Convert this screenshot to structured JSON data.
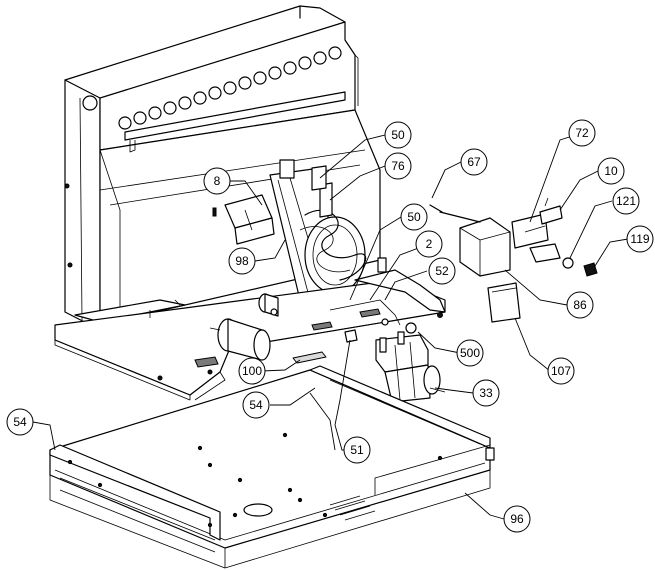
{
  "callouts": [
    {
      "id": "c50a",
      "label": "50"
    },
    {
      "id": "c76",
      "label": "76"
    },
    {
      "id": "c8",
      "label": "8"
    },
    {
      "id": "c98",
      "label": "98"
    },
    {
      "id": "c50b",
      "label": "50"
    },
    {
      "id": "c2",
      "label": "2"
    },
    {
      "id": "c52",
      "label": "52"
    },
    {
      "id": "c67",
      "label": "67"
    },
    {
      "id": "c72",
      "label": "72"
    },
    {
      "id": "c10",
      "label": "10"
    },
    {
      "id": "c121",
      "label": "121"
    },
    {
      "id": "c119",
      "label": "119"
    },
    {
      "id": "c86",
      "label": "86"
    },
    {
      "id": "c107",
      "label": "107"
    },
    {
      "id": "c500",
      "label": "500"
    },
    {
      "id": "c33",
      "label": "33"
    },
    {
      "id": "c100",
      "label": "100"
    },
    {
      "id": "c54a",
      "label": "54"
    },
    {
      "id": "c54b",
      "label": "54"
    },
    {
      "id": "c51",
      "label": "51"
    },
    {
      "id": "c96",
      "label": "96"
    }
  ]
}
